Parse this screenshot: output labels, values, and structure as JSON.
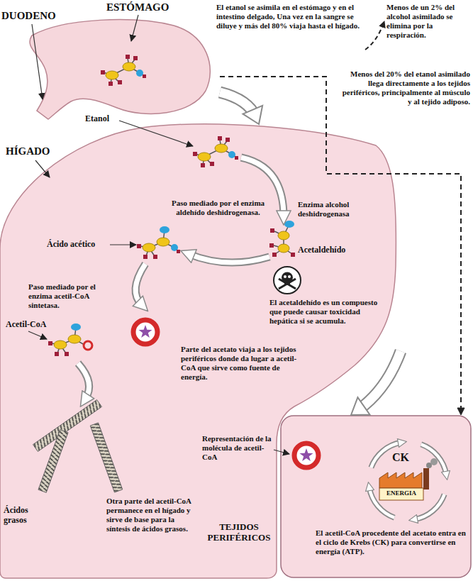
{
  "diagram": {
    "nodes": [
      {
        "text": [
          "ESTÓMAGO"
        ]
      },
      {
        "text": [
          "HÍGADO"
        ]
      },
      {
        "text": [
          "TEJIDOS PERIFÉRICOS",
          "El acetil-CoA procedente del acetato entra en el ciclo de Krebs (CK) para convertirse en energía (ATP)."
        ]
      },
      {
        "text": [
          "ENERGIA"
        ],
        "in": 2
      }
    ],
    "edges": [
      {
        "from": 0,
        "to": 1,
        "arrow": "to"
      },
      {
        "from": 1,
        "to": 2,
        "arrow": "to"
      },
      {
        "from": 0,
        "to": 2,
        "arrow": "to"
      }
    ],
    "labels": [
      "DUODENO",
      "El etanol se asimila en el estómago y en el intestino delgado, Una vez en la sangre se diluye y más del 80% viaja hasta el hígado.",
      "Menos de un 2% del alcohol asimilado se elimina por la respiración.",
      "Menos del 20% del etanol asimilado llega directamente a los tejidos periféricos, principalmente al músculo y al tejido adiposo.",
      "Etanol",
      "Paso mediado por el enzima aldehído deshidrogenasa.",
      "Enzima alcohol deshidrogenasa",
      "Ácido acético",
      "Acetaldehído",
      "El acetaldehído es un compuesto que puede causar toxicidad hepática si se acumula.",
      "Paso mediado por el enzima acetil-CoA sintetasa.",
      "Acetil-CoA",
      "Parte del acetato viaja a los tejidos periféricos donde da lugar a acetil-CoA que sirve como fuente de energía.",
      "Representación de la molécula de acetil-CoA",
      "Ácidos grasos",
      "Otra parte del acetil-CoA permanece en el hígado y sirve de base para la síntesis de ácidos grasos.",
      "CK"
    ]
  }
}
